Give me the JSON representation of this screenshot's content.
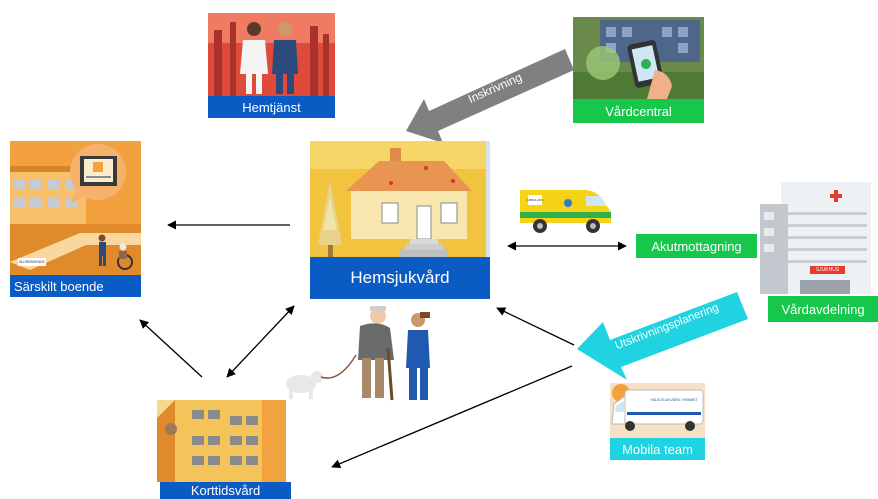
{
  "nodes": {
    "hemtjanst": "Hemtjänst",
    "vardcentral": "Vårdcentral",
    "hemsjukvard": "Hemsjukvård",
    "sarskilt": "Särskilt boende",
    "akut": "Akutmottagning",
    "vardavdelning": "Vårdavdelning",
    "mobila": "Mobila team",
    "korttid": "Korttidsvård"
  },
  "arrows": {
    "inskrivning": "Inskrivning",
    "utskrivning": "Utskrivningsplanering"
  },
  "image_text": {
    "ambulance": "AMBULANS",
    "hospital": "SJUKHUS",
    "van": "HÄLSOSJUKVÅRD I HEMMET",
    "sign": "ÄLDREBOENDE"
  },
  "colors": {
    "blue": "#0a5bc4",
    "green": "#16c74c",
    "cyan": "#1fd3e0",
    "gray_arrow": "#808080"
  }
}
